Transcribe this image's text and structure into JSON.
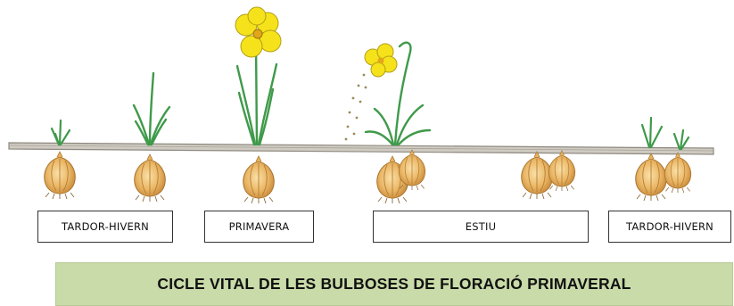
{
  "seasons": [
    {
      "label": "TARDOR-HIVERN"
    },
    {
      "label": "PRIMAVERA"
    },
    {
      "label": "ESTIU"
    },
    {
      "label": "TARDOR-HIVERN"
    }
  ],
  "caption": "CICLE VITAL DE LES BULBOSES DE FLORACIÓ PRIMAVERAL",
  "colors": {
    "ground": "#b8b3a8",
    "bulb": "#e8b25c",
    "leaf": "#3f9a4a",
    "flower": "#f5e21a",
    "caption_bg": "#c8dba8"
  },
  "icons": [
    "bulb-icon",
    "sprout-icon",
    "flower-icon",
    "seeds-icon"
  ]
}
